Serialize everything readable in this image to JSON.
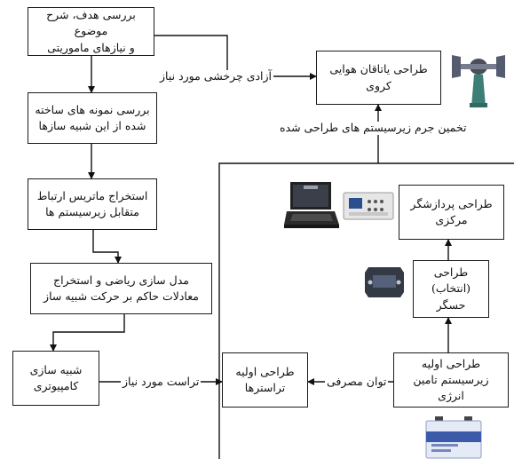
{
  "boxes": {
    "review_goal": "بررسی هدف، شرح موضوع\nو نیازهای ماموریتی",
    "review_samples": "بررسی نمونه های ساخته\nشده از این شبیه سازها",
    "interaction_matrix": "استخراج ماتریس ارتباط\nمتقابل زیرسیستم ها",
    "math_model": "مدل سازی ریاضی و استخراج\nمعادلات حاکم بر حرکت شبیه ساز",
    "computer_sim": "شبیه سازی\nکامپیوتری",
    "air_bearing": "طراحی یاتاقان هوایی\nکروی",
    "central_processor": "طراحی پردازشگر\nمرکزی",
    "sensor_design": "طراحی\n(انتخاب) حسگر",
    "thruster_design": "طراحی اولیه\nتراسترها",
    "power_supply": "طراحی اولیه\nزیرسیستم تامین انرژی"
  },
  "labels": {
    "rotation_freedom": "آزادی چرخشی مورد نیاز",
    "mass_estimate": "تخمین جرم زیرسیستم های طراحی شده",
    "required_thrust": "تراست مورد نیاز",
    "power_consumption": "توان مصرفی"
  },
  "icons": {
    "air_bearing_model": "air-bearing-model-icon",
    "laptop_computer": "laptop-computer-icon",
    "control_unit": "control-unit-icon",
    "imu_sensor": "imu-sensor-icon",
    "battery": "battery-icon"
  }
}
